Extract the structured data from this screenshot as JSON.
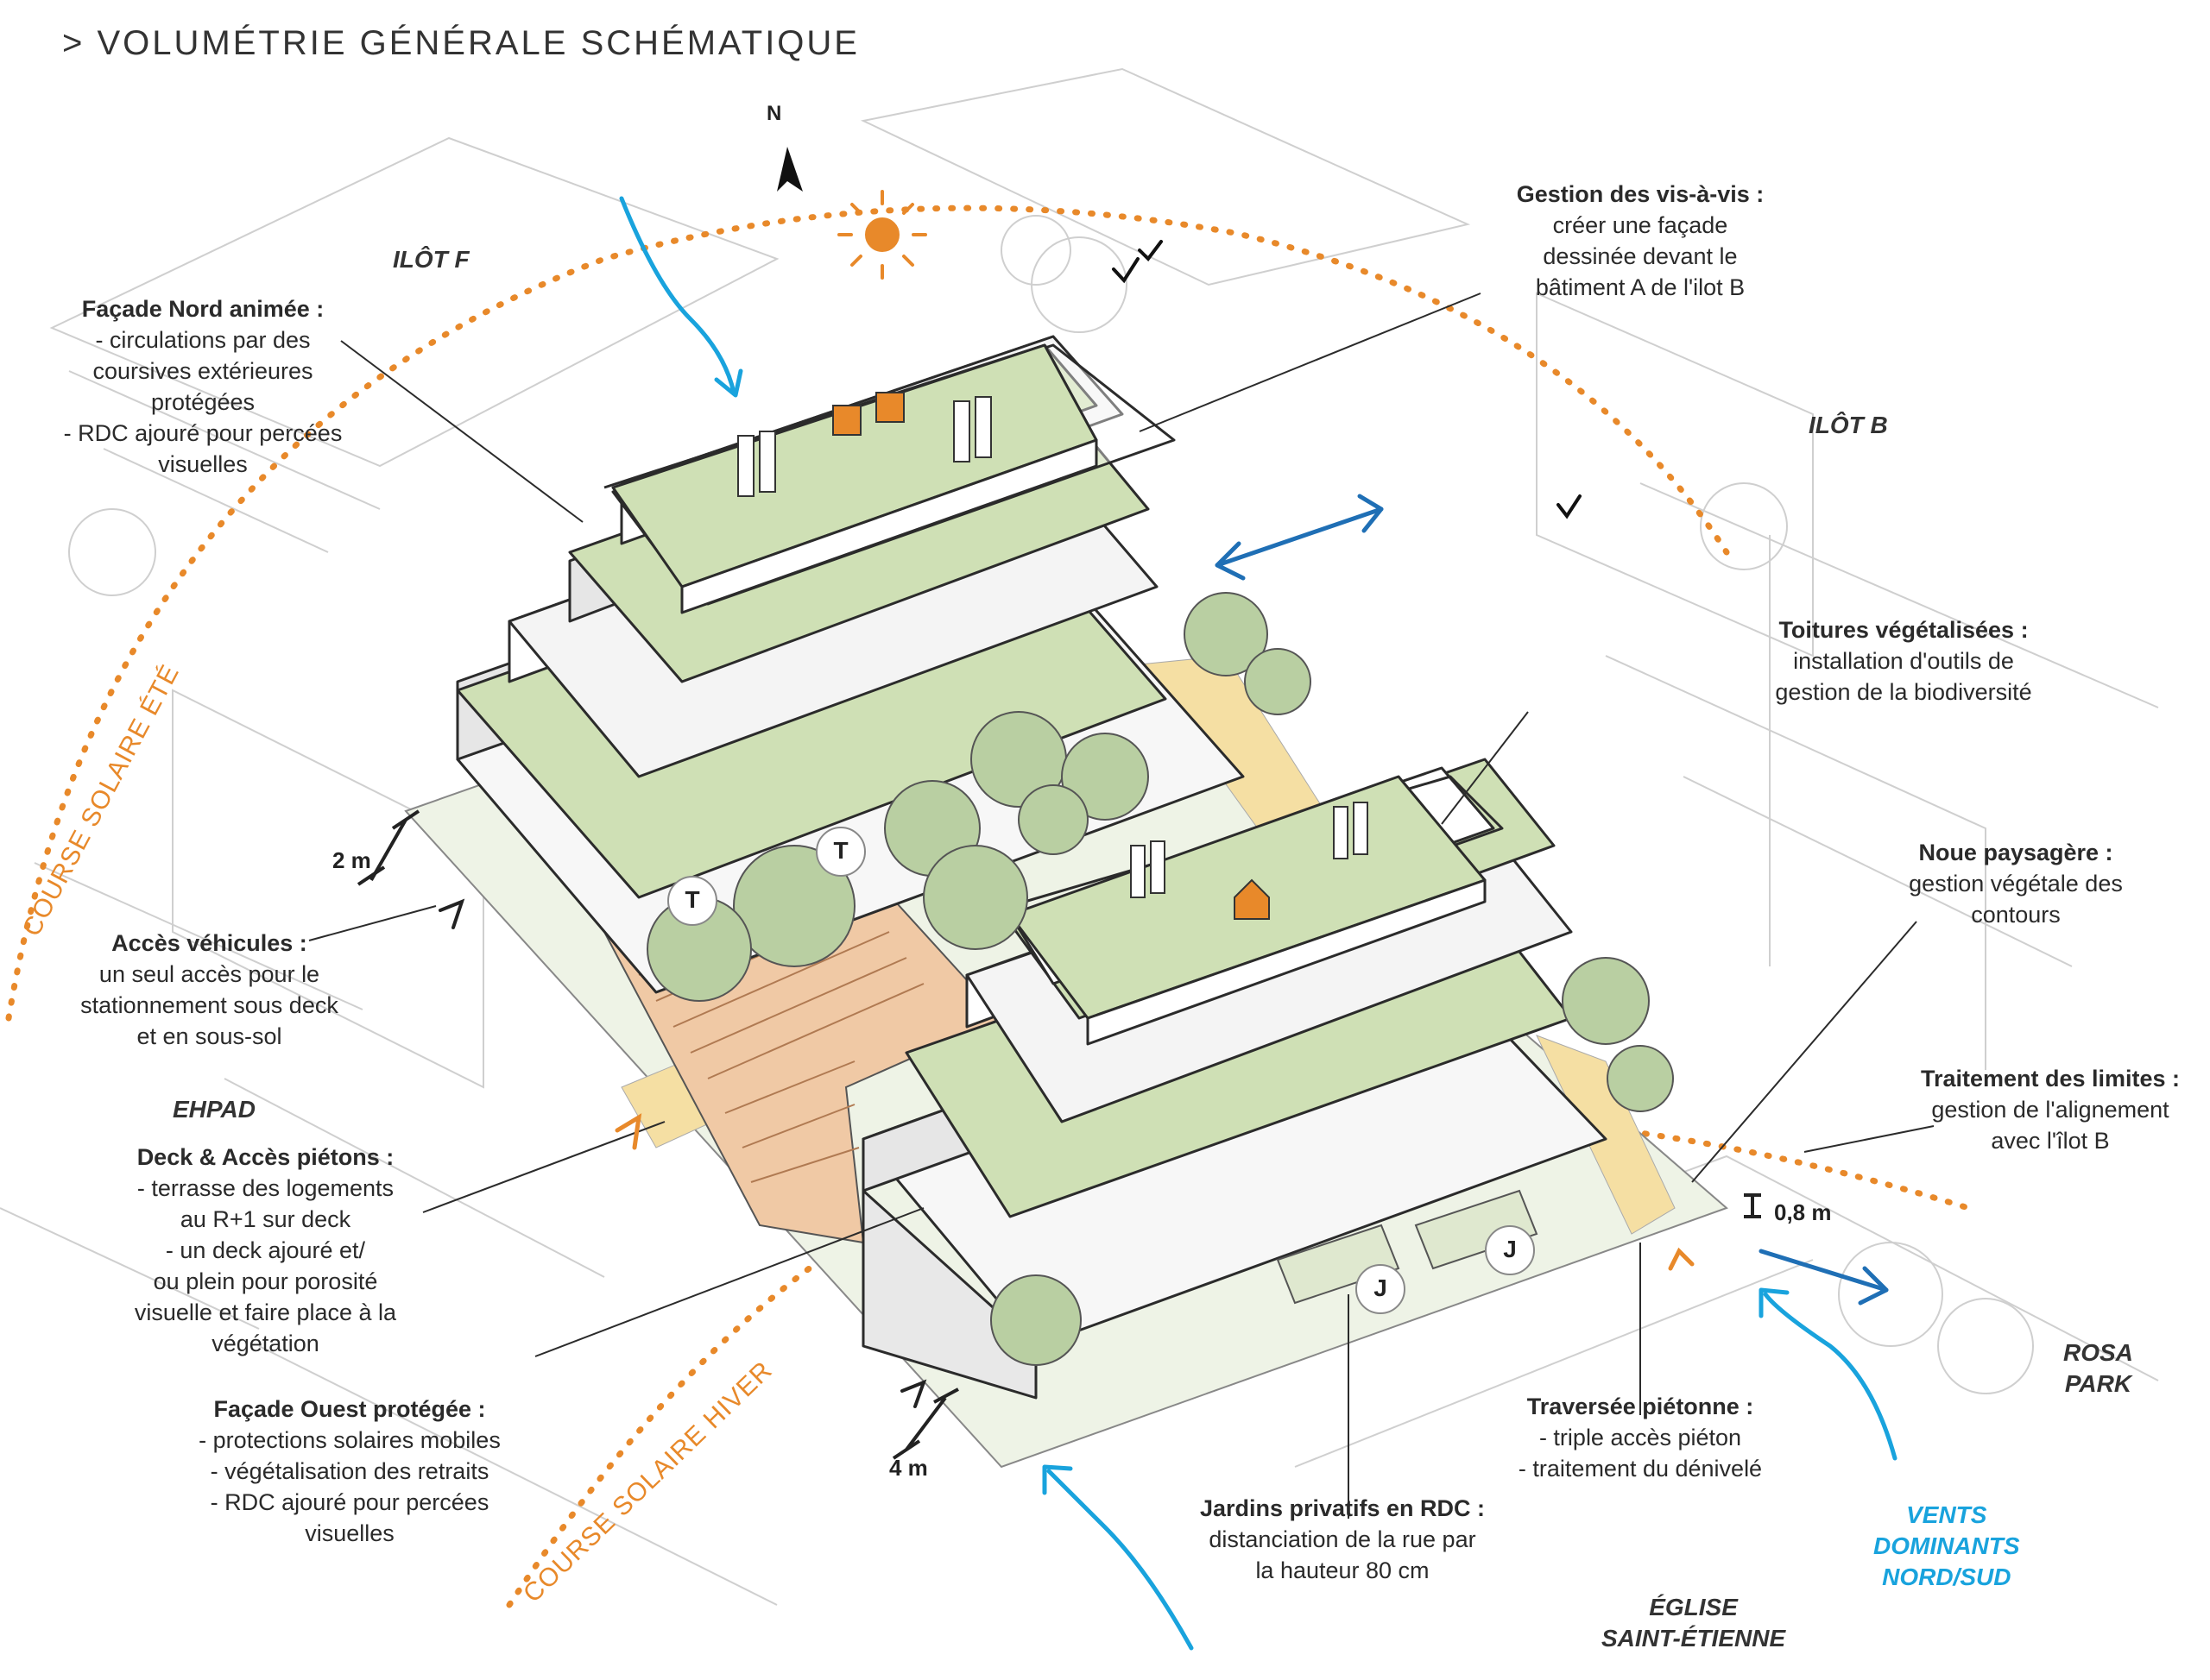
{
  "header": "> VOLUMÉTRIE GÉNÉRALE SCHÉMATIQUE",
  "compass": "N",
  "colors": {
    "roof": "#cfe0b5",
    "wall": "#f2f2f2",
    "ink": "#2b2b2b",
    "sun": "#e8892a",
    "blue_arrow": "#1f6fb5",
    "wind": "#19a3dd",
    "path": "#f5dfa3",
    "deck": "#f0c9a5",
    "tree": "#b9cfa2"
  },
  "places": {
    "ilot_f": "ILÔT F",
    "ilot_b": "ILÔT B",
    "ehpad": "EHPAD",
    "rosa_park": [
      "ROSA",
      "PARK"
    ],
    "eglise": [
      "ÉGLISE",
      "SAINT-ÉTIENNE"
    ]
  },
  "solar": {
    "summer": "COURSE SOLAIRE ÉTÉ",
    "winter": "COURSE SOLAIRE HIVER"
  },
  "winds": [
    "VENTS",
    "DOMINANTS",
    "NORD/SUD"
  ],
  "dimensions": {
    "d2m": "2 m",
    "d4m": "4 m",
    "d08m": "0,8 m"
  },
  "badges": {
    "terrace": "T",
    "garden": "J"
  },
  "annotations": {
    "facade_nord": {
      "title": "Façade Nord animée :",
      "lines": [
        "- circulations par des",
        "coursives extérieures",
        "protégées",
        "- RDC ajouré pour percées",
        "visuelles"
      ]
    },
    "vis_a_vis": {
      "title": "Gestion des vis-à-vis :",
      "lines": [
        "créer une façade",
        "dessinée devant le",
        "bâtiment A de l'ilot B"
      ]
    },
    "toitures": {
      "title": "Toitures végétalisées :",
      "lines": [
        "installation d'outils de",
        "gestion de la biodiversité"
      ]
    },
    "noue": {
      "title": "Noue paysagère :",
      "lines": [
        "gestion végétale des",
        "contours"
      ]
    },
    "limites": {
      "title": "Traitement des limites :",
      "lines": [
        "gestion de l'alignement",
        "avec l'îlot B"
      ]
    },
    "acces_vehicules": {
      "title": "Accès véhicules :",
      "lines": [
        "un seul accès pour le",
        "stationnement sous deck",
        "et en sous-sol"
      ]
    },
    "deck": {
      "title": "Deck & Accès piétons :",
      "lines": [
        "- terrasse des logements",
        "au R+1 sur deck",
        "- un deck ajouré et/",
        "ou plein pour porosité",
        "visuelle et faire place à la",
        "végétation"
      ]
    },
    "facade_ouest": {
      "title": "Façade Ouest protégée :",
      "lines": [
        "- protections solaires mobiles",
        "- végétalisation des retraits",
        "- RDC ajouré pour percées",
        "visuelles"
      ]
    },
    "traversee": {
      "title": "Traversée piétonne :",
      "lines": [
        "- triple accès piéton",
        "- traitement du dénivelé"
      ]
    },
    "jardins": {
      "title": "Jardins privatifs en RDC :",
      "lines": [
        "distanciation de la rue par",
        "la hauteur 80 cm"
      ]
    }
  }
}
